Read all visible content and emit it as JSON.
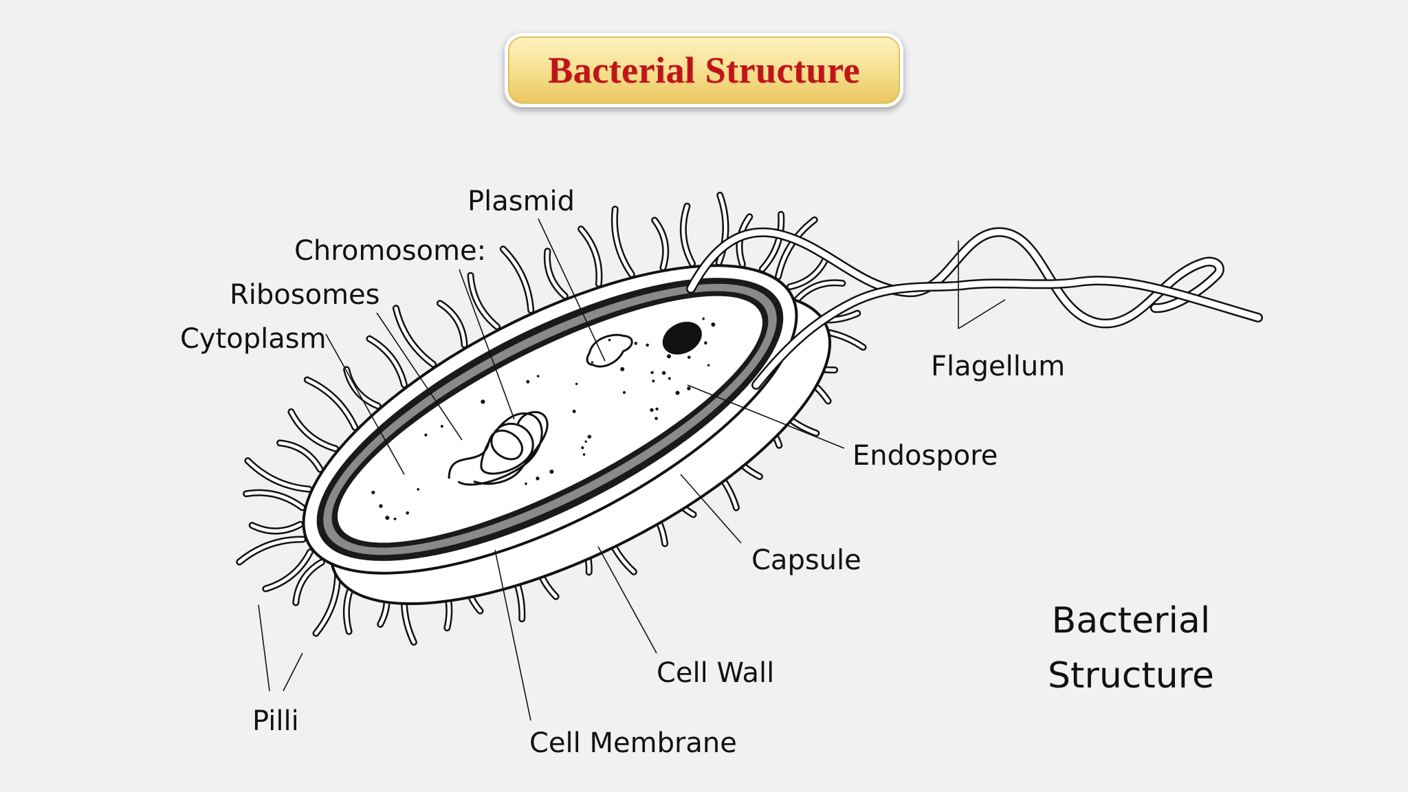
{
  "title": "Bacterial Structure",
  "labels": {
    "plasmid": "Plasmid",
    "chromosome": "Chromosome:",
    "ribosomes": "Ribosomes",
    "cytoplasm": "Cytoplasm",
    "flagellum": "Flagellum",
    "endospore": "Endospore",
    "capsule": "Capsule",
    "cell_wall": "Cell Wall",
    "cell_membrane": "Cell Membrane",
    "pilli": "Pilli"
  },
  "caption": {
    "line1": "Bacterial",
    "line2": "Structure"
  },
  "colors": {
    "title_text": "#c0141a",
    "title_box": "#f6de8c",
    "background": "#f1f1f2",
    "ink": "#111111"
  }
}
